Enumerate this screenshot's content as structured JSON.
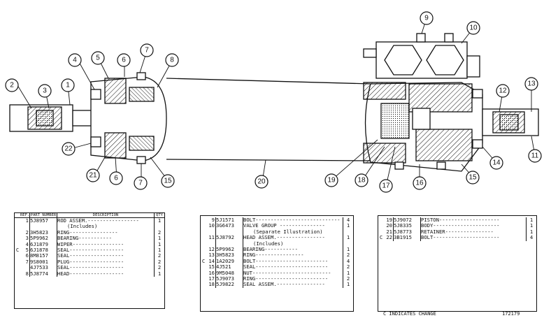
{
  "callouts": [
    {
      "n": "1"
    },
    {
      "n": "2"
    },
    {
      "n": "3"
    },
    {
      "n": "4"
    },
    {
      "n": "5"
    },
    {
      "n": "6"
    },
    {
      "n": "7"
    },
    {
      "n": "8"
    },
    {
      "n": "22"
    },
    {
      "n": "21"
    },
    {
      "n": "6"
    },
    {
      "n": "7"
    },
    {
      "n": "15"
    },
    {
      "n": "20"
    },
    {
      "n": "9"
    },
    {
      "n": "10"
    },
    {
      "n": "12"
    },
    {
      "n": "13"
    },
    {
      "n": "11"
    },
    {
      "n": "14"
    },
    {
      "n": "19"
    },
    {
      "n": "18"
    },
    {
      "n": "17"
    },
    {
      "n": "16"
    },
    {
      "n": "15"
    }
  ],
  "table1": {
    "headers": {
      "ref": "REF. NO.",
      "pn": "PART NUMBER",
      "desc": "DESCRIPTION",
      "qty": "QTY"
    },
    "rows": [
      {
        "mark": "",
        "ref": "1",
        "pn": "5J8957",
        "desc": "ROD ASSEM.-----------------",
        "qty": "1"
      },
      {
        "mark": "",
        "ref": "",
        "pn": "",
        "desc": "(Includes)",
        "qty": ""
      },
      {
        "mark": "",
        "ref": "2",
        "pn": "3H5823",
        "desc": "RING----------------",
        "qty": "2"
      },
      {
        "mark": "",
        "ref": "3",
        "pn": "5P9962",
        "desc": "BEARING-----------",
        "qty": "1"
      },
      {
        "mark": "",
        "ref": "4",
        "pn": "6J1879",
        "desc": "WIPER-----------------",
        "qty": "1"
      },
      {
        "mark": "C",
        "ref": "5",
        "pn": "6J1878",
        "desc": "SEAL------------------",
        "qty": "1"
      },
      {
        "mark": "",
        "ref": "6",
        "pn": "8M8157",
        "desc": "SEAL------------------",
        "qty": "2"
      },
      {
        "mark": "",
        "ref": "7",
        "pn": "9S8001",
        "desc": "PLUG------------------",
        "qty": "2"
      },
      {
        "mark": "",
        "ref": "",
        "pn": "4J7533",
        "desc": "SEAL------------------",
        "qty": "2"
      },
      {
        "mark": "",
        "ref": "8",
        "pn": "5J8774",
        "desc": "HEAD------------------",
        "qty": "1"
      }
    ]
  },
  "table2": {
    "rows": [
      {
        "mark": "",
        "ref": "9",
        "pn": "5J1571",
        "desc": "BOLT----------------------------",
        "qty": "4"
      },
      {
        "mark": "",
        "ref": "10",
        "pn": "3G6473",
        "desc": "VALVE GROUP ---------------",
        "qty": "1"
      },
      {
        "mark": "",
        "ref": "",
        "pn": "",
        "desc": "(Separate Illustration)",
        "qty": ""
      },
      {
        "mark": "",
        "ref": "11",
        "pn": "5J8792",
        "desc": "HEAD ASSEM.----------------",
        "qty": "1"
      },
      {
        "mark": "",
        "ref": "",
        "pn": "",
        "desc": "(Includes)",
        "qty": ""
      },
      {
        "mark": "",
        "ref": "12",
        "pn": "5P9962",
        "desc": "BEARING-----------",
        "qty": "1"
      },
      {
        "mark": "",
        "ref": "13",
        "pn": "3H5823",
        "desc": "RING----------------",
        "qty": "2"
      },
      {
        "mark": "C",
        "ref": "14",
        "pn": "1A2029",
        "desc": "BOLT------------------------",
        "qty": "4"
      },
      {
        "mark": "",
        "ref": "15",
        "pn": "4J521",
        "desc": "SEAL------------------------",
        "qty": "2"
      },
      {
        "mark": "",
        "ref": "16",
        "pn": "9M5048",
        "desc": "NUT--------------------------",
        "qty": "1"
      },
      {
        "mark": "",
        "ref": "17",
        "pn": "5J9073",
        "desc": "RING------------------------",
        "qty": "2"
      },
      {
        "mark": "",
        "ref": "18",
        "pn": "5J9822",
        "desc": "SEAL ASSEM.----------------",
        "qty": "1"
      }
    ]
  },
  "table3": {
    "rows": [
      {
        "mark": "",
        "ref": "19",
        "pn": "5J9072",
        "desc": "PISTON--------------------",
        "qty": "1"
      },
      {
        "mark": "",
        "ref": "20",
        "pn": "5J8335",
        "desc": "BODY----------------------",
        "qty": "1"
      },
      {
        "mark": "",
        "ref": "21",
        "pn": "5J8773",
        "desc": "RETAINER----------------",
        "qty": "1"
      },
      {
        "mark": "C",
        "ref": "22",
        "pn": "3B1915",
        "desc": "BOLT----------------------",
        "qty": "4"
      }
    ]
  },
  "footer": {
    "note": "C INDICATES CHANGE",
    "code": "172179"
  }
}
